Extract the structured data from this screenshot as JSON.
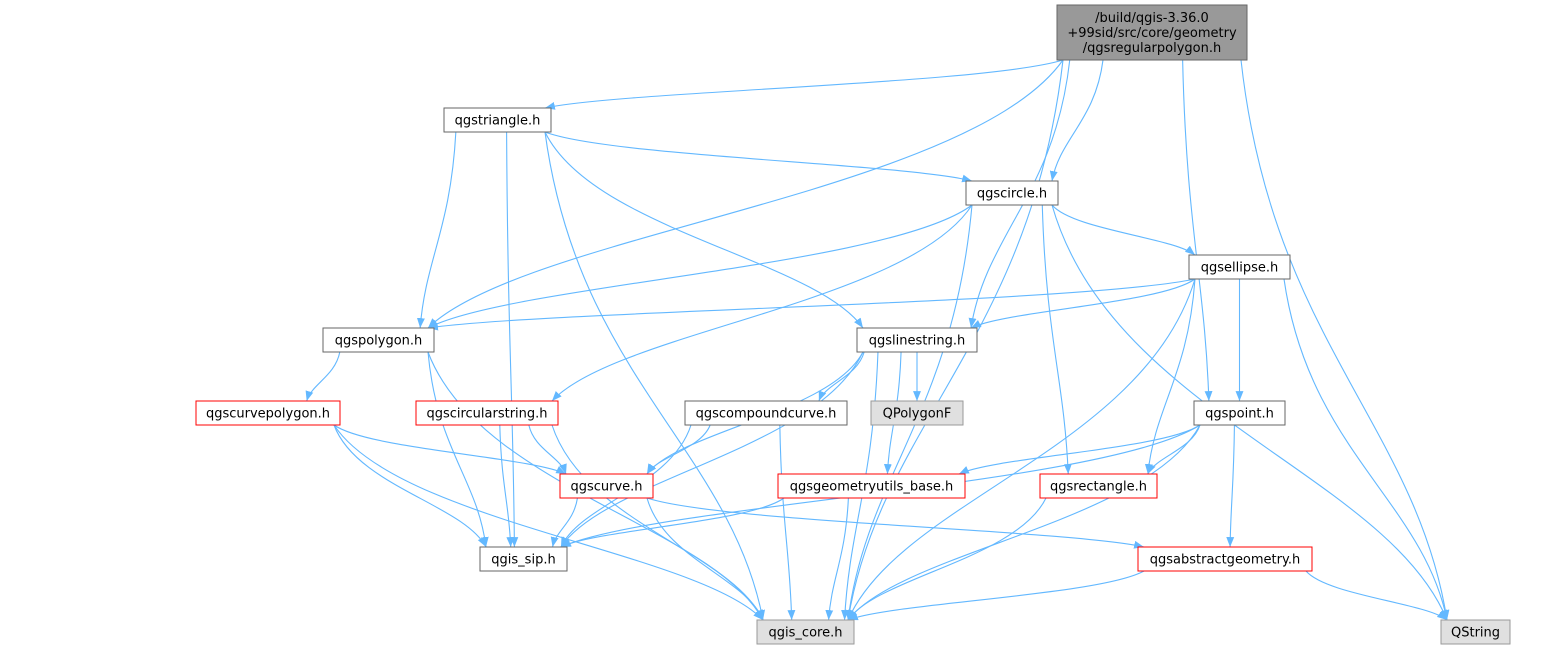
{
  "colors": {
    "edge": "#63b8ff",
    "root_fill": "#999999",
    "root_stroke": "#666666",
    "normal_fill": "#ffffff",
    "normal_stroke": "#666666",
    "truncated_stroke": "#ff0000",
    "external_fill": "#e0e0e0",
    "external_stroke": "#999999"
  },
  "nodes": {
    "root": {
      "lines": [
        "/build/qgis-3.36.0",
        "+99sid/src/core/geometry",
        "/qgsregularpolygon.h"
      ],
      "kind": "root"
    },
    "qgstriangle": {
      "lines": [
        "qgstriangle.h"
      ],
      "kind": "normal"
    },
    "qgscircle": {
      "lines": [
        "qgscircle.h"
      ],
      "kind": "normal"
    },
    "qgsellipse": {
      "lines": [
        "qgsellipse.h"
      ],
      "kind": "normal"
    },
    "qgspolygon": {
      "lines": [
        "qgspolygon.h"
      ],
      "kind": "normal"
    },
    "qgslinestring": {
      "lines": [
        "qgslinestring.h"
      ],
      "kind": "normal"
    },
    "qgscurvepolygon": {
      "lines": [
        "qgscurvepolygon.h"
      ],
      "kind": "truncated"
    },
    "qgscircularstring": {
      "lines": [
        "qgscircularstring.h"
      ],
      "kind": "truncated"
    },
    "qgscompoundcurve": {
      "lines": [
        "qgscompoundcurve.h"
      ],
      "kind": "normal"
    },
    "QPolygonF": {
      "lines": [
        "QPolygonF"
      ],
      "kind": "external"
    },
    "qgspoint": {
      "lines": [
        "qgspoint.h"
      ],
      "kind": "normal"
    },
    "qgscurve": {
      "lines": [
        "qgscurve.h"
      ],
      "kind": "truncated"
    },
    "qgsgeometryutils_base": {
      "lines": [
        "qgsgeometryutils_base.h"
      ],
      "kind": "truncated"
    },
    "qgsrectangle": {
      "lines": [
        "qgsrectangle.h"
      ],
      "kind": "truncated"
    },
    "qgis_sip": {
      "lines": [
        "qgis_sip.h"
      ],
      "kind": "normal"
    },
    "qgsabstractgeometry": {
      "lines": [
        "qgsabstractgeometry.h"
      ],
      "kind": "truncated"
    },
    "qgis_core": {
      "lines": [
        "qgis_core.h"
      ],
      "kind": "external"
    },
    "QString": {
      "lines": [
        "QString"
      ],
      "kind": "external"
    }
  },
  "edges": [
    [
      "root",
      "qgstriangle"
    ],
    [
      "root",
      "qgspolygon"
    ],
    [
      "root",
      "qgscircle"
    ],
    [
      "root",
      "qgslinestring"
    ],
    [
      "root",
      "qgspoint"
    ],
    [
      "root",
      "qgis_core"
    ],
    [
      "root",
      "QString"
    ],
    [
      "qgstriangle",
      "qgscircle"
    ],
    [
      "qgstriangle",
      "qgspolygon"
    ],
    [
      "qgstriangle",
      "qgslinestring"
    ],
    [
      "qgstriangle",
      "qgis_sip"
    ],
    [
      "qgstriangle",
      "qgis_core"
    ],
    [
      "qgscircle",
      "qgsellipse"
    ],
    [
      "qgscircle",
      "qgspolygon"
    ],
    [
      "qgscircle",
      "qgscircularstring"
    ],
    [
      "qgscircle",
      "qgsrectangle"
    ],
    [
      "qgscircle",
      "qgis_core"
    ],
    [
      "qgscircle",
      "QString"
    ],
    [
      "qgsellipse",
      "qgspolygon"
    ],
    [
      "qgsellipse",
      "qgslinestring"
    ],
    [
      "qgsellipse",
      "qgspoint"
    ],
    [
      "qgsellipse",
      "qgsrectangle"
    ],
    [
      "qgsellipse",
      "qgis_core"
    ],
    [
      "qgsellipse",
      "QString"
    ],
    [
      "qgspolygon",
      "qgscurvepolygon"
    ],
    [
      "qgspolygon",
      "qgis_sip"
    ],
    [
      "qgspolygon",
      "qgis_core"
    ],
    [
      "qgslinestring",
      "qgscompoundcurve"
    ],
    [
      "qgslinestring",
      "QPolygonF"
    ],
    [
      "qgslinestring",
      "qgsgeometryutils_base"
    ],
    [
      "qgslinestring",
      "qgscurve"
    ],
    [
      "qgslinestring",
      "qgis_sip"
    ],
    [
      "qgslinestring",
      "qgis_core"
    ],
    [
      "qgscurvepolygon",
      "qgscurve"
    ],
    [
      "qgscurvepolygon",
      "qgis_sip"
    ],
    [
      "qgscurvepolygon",
      "qgis_core"
    ],
    [
      "qgscircularstring",
      "qgscurve"
    ],
    [
      "qgscircularstring",
      "qgis_sip"
    ],
    [
      "qgscircularstring",
      "qgis_core"
    ],
    [
      "qgscompoundcurve",
      "qgscurve"
    ],
    [
      "qgscompoundcurve",
      "qgis_sip"
    ],
    [
      "qgscompoundcurve",
      "qgis_core"
    ],
    [
      "qgspoint",
      "qgsgeometryutils_base"
    ],
    [
      "qgspoint",
      "qgsrectangle"
    ],
    [
      "qgspoint",
      "qgsabstractgeometry"
    ],
    [
      "qgspoint",
      "qgis_sip"
    ],
    [
      "qgspoint",
      "qgis_core"
    ],
    [
      "qgscurve",
      "qgis_sip"
    ],
    [
      "qgscurve",
      "qgsabstractgeometry"
    ],
    [
      "qgscurve",
      "qgis_core"
    ],
    [
      "qgsgeometryutils_base",
      "qgis_sip"
    ],
    [
      "qgsgeometryutils_base",
      "qgis_core"
    ],
    [
      "qgsrectangle",
      "qgis_core"
    ],
    [
      "qgsabstractgeometry",
      "qgis_core"
    ],
    [
      "qgsabstractgeometry",
      "QString"
    ]
  ]
}
